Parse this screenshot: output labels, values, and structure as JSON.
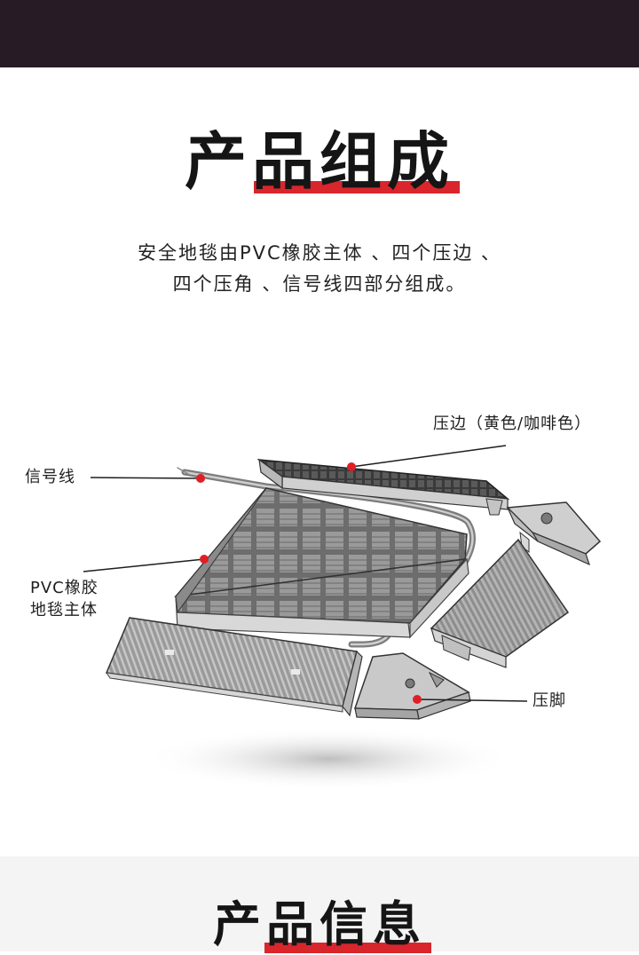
{
  "section1": {
    "title": "产品组成",
    "description": [
      "安全地毯由PVC橡胶主体 、四个压边 、",
      "四个压角 、信号线四部分组成。"
    ]
  },
  "diagram": {
    "labels": {
      "edge": "压边（黄色/咖啡色）",
      "signal_wire": "信号线",
      "body_line1": "PVC橡胶",
      "body_line2": "地毯主体",
      "foot": "压脚"
    }
  },
  "section2": {
    "title": "产品信息"
  },
  "colors": {
    "top_bar": "#271b26",
    "accent_red": "#d8262c",
    "marker_red": "#e01e26"
  }
}
